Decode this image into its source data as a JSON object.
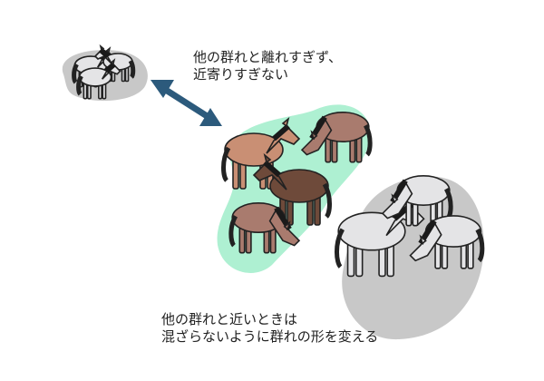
{
  "captions": {
    "top_line1": "他の群れと離れすぎず、",
    "top_line2": "近寄りすぎない",
    "bottom_line1": "他の群れと近いときは",
    "bottom_line2": "混ざらないように群れの形を変える"
  },
  "colors": {
    "arrow": "#2c5a7c",
    "own_herd_area": "#aef0d2",
    "other_herd_area": "#c8c8c8",
    "bay_horse": "#c98f74",
    "dark_bay_horse": "#6e4a3a",
    "brown_horse": "#a97b6e",
    "gray_horse": "#e4e4e6",
    "mane": "#1a1a1a"
  }
}
